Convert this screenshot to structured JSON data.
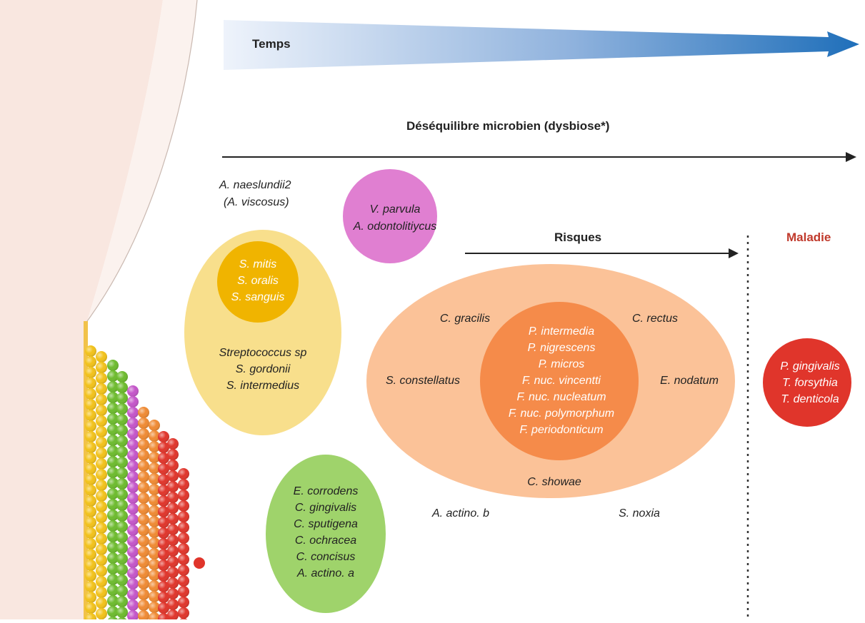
{
  "labels": {
    "time": "Temps",
    "dysbiosis": "Déséquilibre microbien (dysbiose*)",
    "risks": "Risques",
    "disease": "Maladie"
  },
  "colors": {
    "arrow_blue": "#1f6fba",
    "yellow_ellipse": "#f8df8c",
    "orange_yellow": "#f0b400",
    "purple": "#e07fd1",
    "green": "#9fd36b",
    "orange_light": "#fbc298",
    "orange_core": "#f58b4a",
    "red": "#e0352b",
    "disease_label": "#c0392b",
    "gum": "#f9e7e0"
  },
  "groups": {
    "actinomyces": [
      "A. naeslundii2",
      "(A. viscosus)"
    ],
    "purple": [
      "V. parvula",
      "A. odontolitiycus"
    ],
    "yellow_core": [
      "S. mitis",
      "S. oralis",
      "S. sanguis"
    ],
    "yellow_outer": [
      "Streptococcus sp",
      "S. gordonii",
      "S. intermedius"
    ],
    "green": [
      "E. corrodens",
      "C. gingivalis",
      "C. sputigena",
      "C. ochracea",
      "C. concisus",
      "A. actino. a"
    ],
    "orange_outer": {
      "top_left": "C. gracilis",
      "top_right": "C. rectus",
      "left": "S. constellatus",
      "right": "E. nodatum",
      "bottom": "C. showae"
    },
    "orange_core": [
      "P. intermedia",
      "P. nigrescens",
      "P. micros",
      "F. nuc. vincentti",
      "F. nuc. nucleatum",
      "F. nuc. polymorphum",
      "F. periodonticum"
    ],
    "outside": [
      "A. actino. b",
      "S. noxia"
    ],
    "red": [
      "P. gingivalis",
      "T. forsythia",
      "T. denticola"
    ]
  }
}
